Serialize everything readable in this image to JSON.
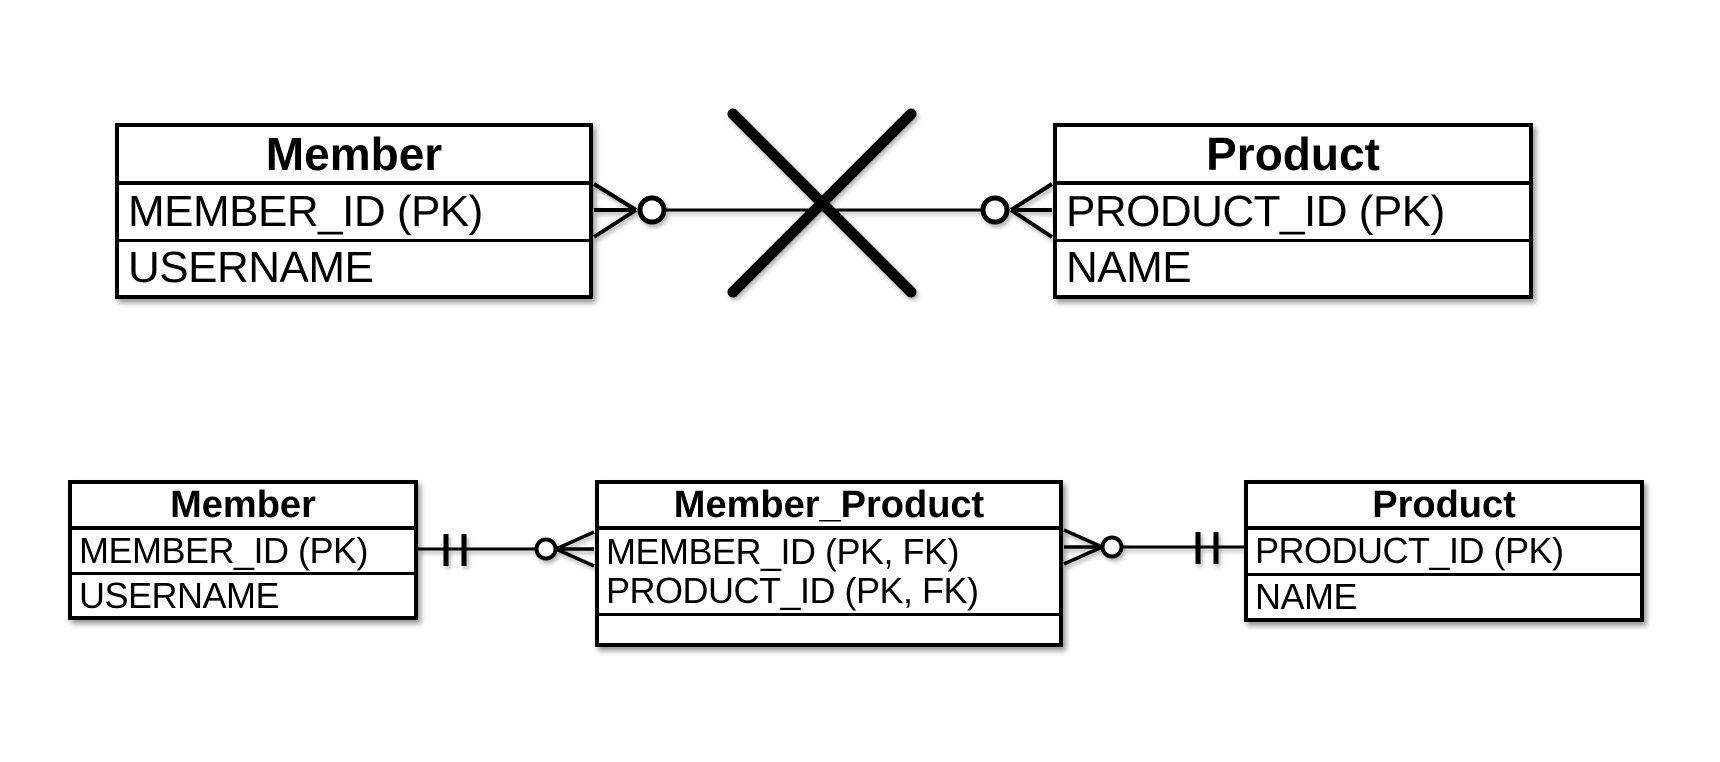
{
  "colors": {
    "line": "#000000",
    "fill": "#ffffff"
  },
  "top_relation": {
    "member": {
      "title": "Member",
      "rows": [
        "MEMBER_ID (PK)",
        "USERNAME"
      ]
    },
    "product": {
      "title": "Product",
      "rows": [
        "PRODUCT_ID (PK)",
        "NAME"
      ]
    },
    "connector": {
      "member_end_icon": "zero-or-many-crow-foot",
      "product_end_icon": "zero-or-many-crow-foot",
      "crossed_out_icon": "cross-out-x"
    }
  },
  "bottom_relation": {
    "member": {
      "title": "Member",
      "rows": [
        "MEMBER_ID (PK)",
        "USERNAME"
      ]
    },
    "member_product": {
      "title": "Member_Product",
      "rows": [
        "MEMBER_ID (PK, FK)",
        "PRODUCT_ID (PK, FK)"
      ],
      "empty_row": ""
    },
    "product": {
      "title": "Product",
      "rows": [
        "PRODUCT_ID (PK)",
        "NAME"
      ]
    },
    "left_connector": {
      "member_end_icon": "one-and-only-one-ticks",
      "junction_end_icon": "zero-or-many-crow-foot"
    },
    "right_connector": {
      "product_end_icon": "one-and-only-one-ticks",
      "junction_end_icon": "zero-or-many-crow-foot"
    }
  }
}
